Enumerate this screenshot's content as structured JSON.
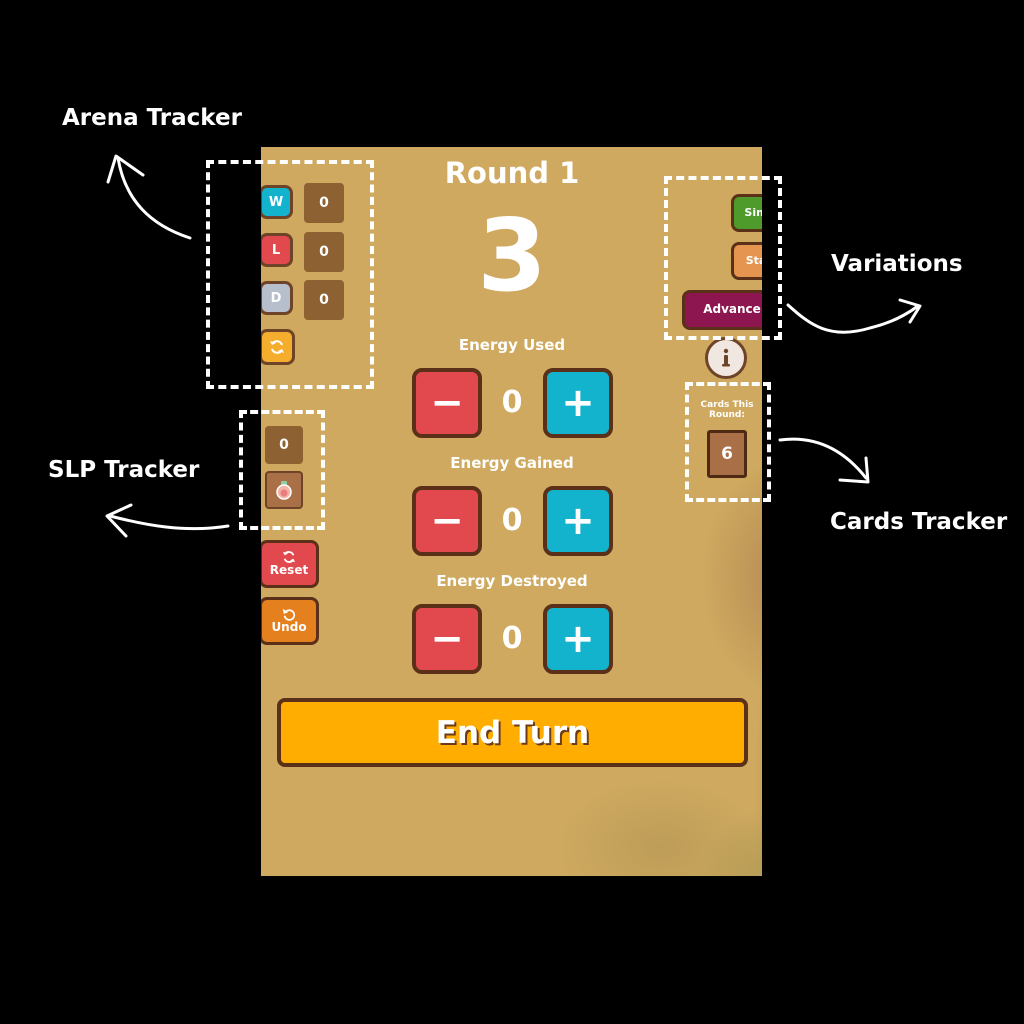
{
  "game": {
    "round_label": "Round 1",
    "energy": "3",
    "counters": [
      {
        "label": "Energy Used",
        "value": "0"
      },
      {
        "label": "Energy Gained",
        "value": "0"
      },
      {
        "label": "Energy Destroyed",
        "value": "0"
      }
    ],
    "minus_symbol": "−",
    "plus_symbol": "+",
    "end_turn_label": "End Turn"
  },
  "arena": {
    "win_label": "W",
    "win_count": "0",
    "loss_label": "L",
    "loss_count": "0",
    "draw_label": "D",
    "draw_count": "0"
  },
  "slp": {
    "count": "0"
  },
  "actions": {
    "reset_label": "Reset",
    "undo_label": "Undo"
  },
  "variations": {
    "simple_label": "Sim",
    "standard_label": "Sta",
    "advance_label": "Advance"
  },
  "cards": {
    "label": "Cards This Round:",
    "count": "6"
  },
  "annotations": {
    "arena_tracker": "Arena Tracker",
    "slp_tracker": "SLP Tracker",
    "variations": "Variations",
    "cards_tracker": "Cards Tracker"
  },
  "colors": {
    "background": "#cea95f",
    "win": "#13b3cd",
    "loss": "#e2494f",
    "draw": "#b8bfcc",
    "refresh": "#f4ad2c",
    "simple": "#4e9b2c",
    "standard": "#e59550",
    "advance": "#8d1650",
    "end_turn": "#ffad00"
  },
  "icons": [
    "refresh-icon",
    "slp-potion-icon",
    "info-icon",
    "undo-icon"
  ]
}
